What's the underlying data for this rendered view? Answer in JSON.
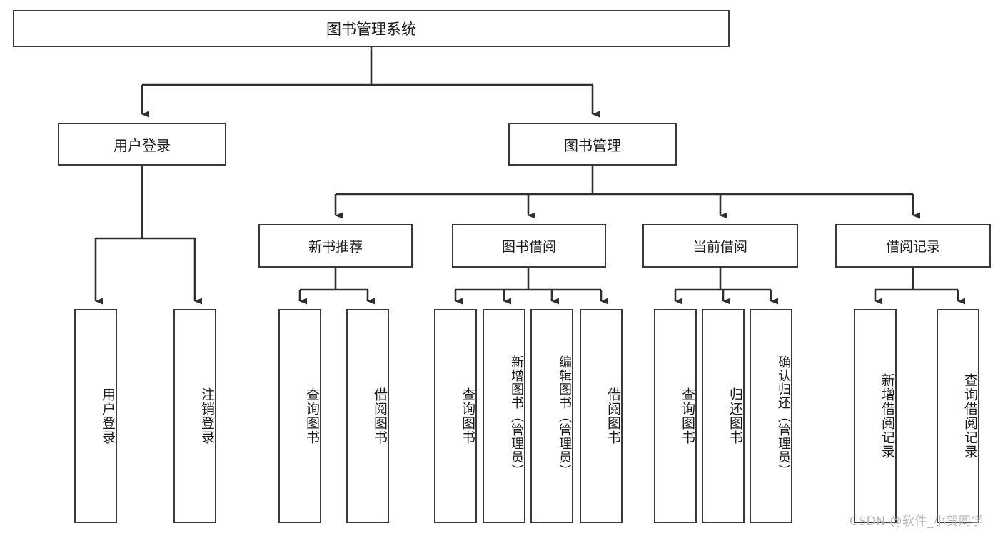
{
  "diagram": {
    "title": "图书管理系统",
    "type": "functional-structure-tree",
    "watermark": "CSDN @软件_小贺同学",
    "colors": {
      "box_border": "#3a3a3a",
      "box_fill": "#ffffff",
      "connector": "#2f2f2f",
      "text": "#1b1b1b",
      "watermark": "#b9b9b9",
      "background": "#ffffff"
    },
    "root": {
      "label": "图书管理系统"
    },
    "level2": [
      {
        "id": "user-login",
        "label": "用户登录"
      },
      {
        "id": "book-manage",
        "label": "图书管理"
      }
    ],
    "level3": [
      {
        "id": "new-book-recommend",
        "label": "新书推荐"
      },
      {
        "id": "book-borrow",
        "label": "图书借阅"
      },
      {
        "id": "current-borrow",
        "label": "当前借阅"
      },
      {
        "id": "borrow-record",
        "label": "借阅记录"
      }
    ],
    "leaves": {
      "user_login": [
        {
          "id": "leaf-user-login",
          "label": "用户登录"
        },
        {
          "id": "leaf-logout-login",
          "label": "注销登录"
        }
      ],
      "new_book_recommend": [
        {
          "id": "leaf-query-book-1",
          "label": "查询图书"
        },
        {
          "id": "leaf-borrow-book-1",
          "label": "借阅图书"
        }
      ],
      "book_borrow": [
        {
          "id": "leaf-query-book-2",
          "label": "查询图书"
        },
        {
          "id": "leaf-add-book",
          "label": "新增图书（管理员）"
        },
        {
          "id": "leaf-edit-book",
          "label": "编辑图书（管理员）"
        },
        {
          "id": "leaf-borrow-book-2",
          "label": "借阅图书"
        }
      ],
      "current_borrow": [
        {
          "id": "leaf-query-book-3",
          "label": "查询图书"
        },
        {
          "id": "leaf-return-book",
          "label": "归还图书"
        },
        {
          "id": "leaf-confirm-return",
          "label": "确认归还（管理员）"
        }
      ],
      "borrow_record": [
        {
          "id": "leaf-add-record",
          "label": "新增借阅记录"
        },
        {
          "id": "leaf-query-record",
          "label": "查询借阅记录"
        }
      ]
    }
  }
}
